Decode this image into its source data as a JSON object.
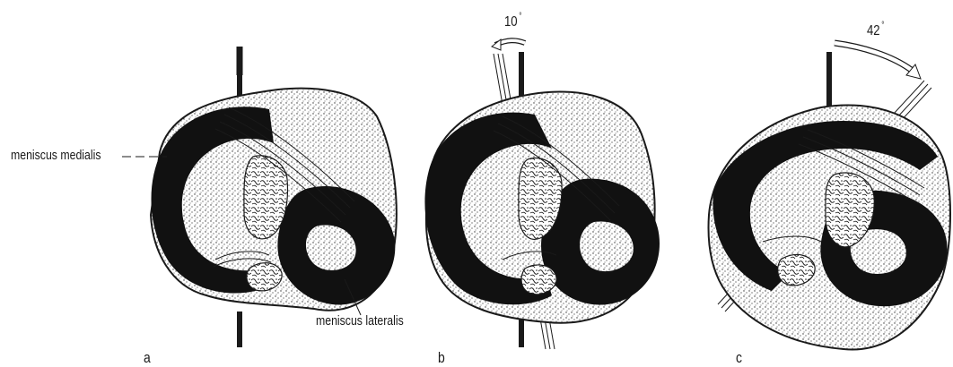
{
  "labels": {
    "medial": "meniscus medialis",
    "lateral": "meniscus lateralis",
    "panel_a": "a",
    "panel_b": "b",
    "panel_c": "c"
  },
  "rotations": [
    {
      "panel": "a",
      "angle": 0,
      "text": ""
    },
    {
      "panel": "b",
      "angle": -10,
      "text": "10",
      "direction": "counterclockwise"
    },
    {
      "panel": "c",
      "angle": 42,
      "text": "42",
      "direction": "clockwise"
    }
  ],
  "degree_symbol": "°",
  "colors": {
    "ink": "#1a1a1a",
    "meniscus": "#111111",
    "stipple": "#d6d6d6",
    "background": "#ffffff"
  }
}
